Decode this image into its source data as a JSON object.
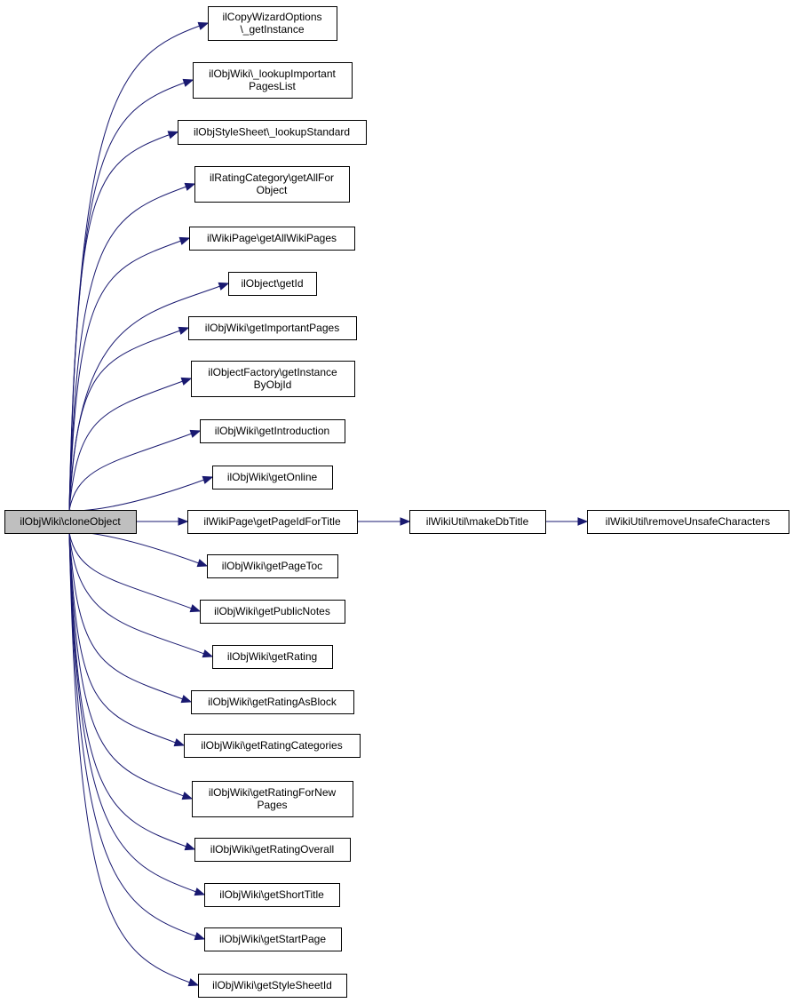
{
  "graph": {
    "nodes": [
      {
        "id": "root",
        "lines": [
          "ilObjWiki\\cloneObject"
        ]
      },
      {
        "id": "n1",
        "lines": [
          "ilCopyWizardOptions",
          "\\_getInstance"
        ]
      },
      {
        "id": "n2",
        "lines": [
          "ilObjWiki\\_lookupImportant",
          "PagesList"
        ]
      },
      {
        "id": "n3",
        "lines": [
          "ilObjStyleSheet\\_lookupStandard"
        ]
      },
      {
        "id": "n4",
        "lines": [
          "ilRatingCategory\\getAllFor",
          "Object"
        ]
      },
      {
        "id": "n5",
        "lines": [
          "ilWikiPage\\getAllWikiPages"
        ]
      },
      {
        "id": "n6",
        "lines": [
          "ilObject\\getId"
        ]
      },
      {
        "id": "n7",
        "lines": [
          "ilObjWiki\\getImportantPages"
        ]
      },
      {
        "id": "n8",
        "lines": [
          "ilObjectFactory\\getInstance",
          "ByObjId"
        ]
      },
      {
        "id": "n9",
        "lines": [
          "ilObjWiki\\getIntroduction"
        ]
      },
      {
        "id": "n10",
        "lines": [
          "ilObjWiki\\getOnline"
        ]
      },
      {
        "id": "n11",
        "lines": [
          "ilWikiPage\\getPageIdForTitle"
        ]
      },
      {
        "id": "n12",
        "lines": [
          "ilWikiUtil\\makeDbTitle"
        ]
      },
      {
        "id": "n13",
        "lines": [
          "ilWikiUtil\\removeUnsafeCharacters"
        ]
      },
      {
        "id": "n14",
        "lines": [
          "ilObjWiki\\getPageToc"
        ]
      },
      {
        "id": "n15",
        "lines": [
          "ilObjWiki\\getPublicNotes"
        ]
      },
      {
        "id": "n16",
        "lines": [
          "ilObjWiki\\getRating"
        ]
      },
      {
        "id": "n17",
        "lines": [
          "ilObjWiki\\getRatingAsBlock"
        ]
      },
      {
        "id": "n18",
        "lines": [
          "ilObjWiki\\getRatingCategories"
        ]
      },
      {
        "id": "n19",
        "lines": [
          "ilObjWiki\\getRatingForNew",
          "Pages"
        ]
      },
      {
        "id": "n20",
        "lines": [
          "ilObjWiki\\getRatingOverall"
        ]
      },
      {
        "id": "n21",
        "lines": [
          "ilObjWiki\\getShortTitle"
        ]
      },
      {
        "id": "n22",
        "lines": [
          "ilObjWiki\\getStartPage"
        ]
      },
      {
        "id": "n23",
        "lines": [
          "ilObjWiki\\getStyleSheetId"
        ]
      }
    ],
    "edges": [
      {
        "from": "root",
        "to": "n1"
      },
      {
        "from": "root",
        "to": "n2"
      },
      {
        "from": "root",
        "to": "n3"
      },
      {
        "from": "root",
        "to": "n4"
      },
      {
        "from": "root",
        "to": "n5"
      },
      {
        "from": "root",
        "to": "n6"
      },
      {
        "from": "root",
        "to": "n7"
      },
      {
        "from": "root",
        "to": "n8"
      },
      {
        "from": "root",
        "to": "n9"
      },
      {
        "from": "root",
        "to": "n10"
      },
      {
        "from": "root",
        "to": "n11"
      },
      {
        "from": "root",
        "to": "n14"
      },
      {
        "from": "root",
        "to": "n15"
      },
      {
        "from": "root",
        "to": "n16"
      },
      {
        "from": "root",
        "to": "n17"
      },
      {
        "from": "root",
        "to": "n18"
      },
      {
        "from": "root",
        "to": "n19"
      },
      {
        "from": "root",
        "to": "n20"
      },
      {
        "from": "root",
        "to": "n21"
      },
      {
        "from": "root",
        "to": "n22"
      },
      {
        "from": "root",
        "to": "n23"
      },
      {
        "from": "n11",
        "to": "n12"
      },
      {
        "from": "n12",
        "to": "n13"
      }
    ],
    "colors": {
      "edge": "#191970",
      "node_fill": "#ffffff",
      "root_fill": "#bfbfbf",
      "border": "#000000"
    }
  }
}
